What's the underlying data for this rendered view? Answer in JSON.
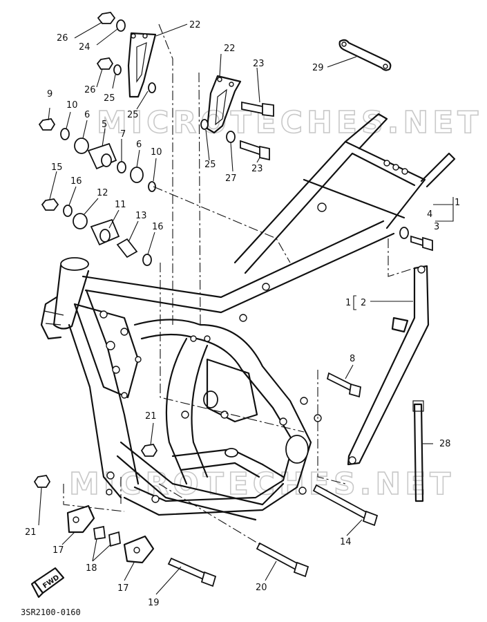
{
  "diagram": {
    "drawing_code": "3SR2100-0160",
    "watermark_text": "MICROTECHES.NET",
    "fwd_label": "FWD",
    "callouts": {
      "c1a": "1",
      "c1b": "1",
      "c2": "2",
      "c3": "3",
      "c4": "4",
      "c5": "5",
      "c6a": "6",
      "c6b": "6",
      "c7": "7",
      "c8": "8",
      "c9": "9",
      "c10a": "10",
      "c10b": "10",
      "c11": "11",
      "c12": "12",
      "c13": "13",
      "c14": "14",
      "c15": "15",
      "c16a": "16",
      "c16b": "16",
      "c17a": "17",
      "c17b": "17",
      "c18": "18",
      "c19": "19",
      "c20": "20",
      "c21a": "21",
      "c21b": "21",
      "c22a": "22",
      "c22b": "22",
      "c23a": "23",
      "c23b": "23",
      "c24": "24",
      "c25a": "25",
      "c25b": "25",
      "c25c": "25",
      "c26a": "26",
      "c26b": "26",
      "c27": "27",
      "c28": "28",
      "c29": "29"
    }
  }
}
